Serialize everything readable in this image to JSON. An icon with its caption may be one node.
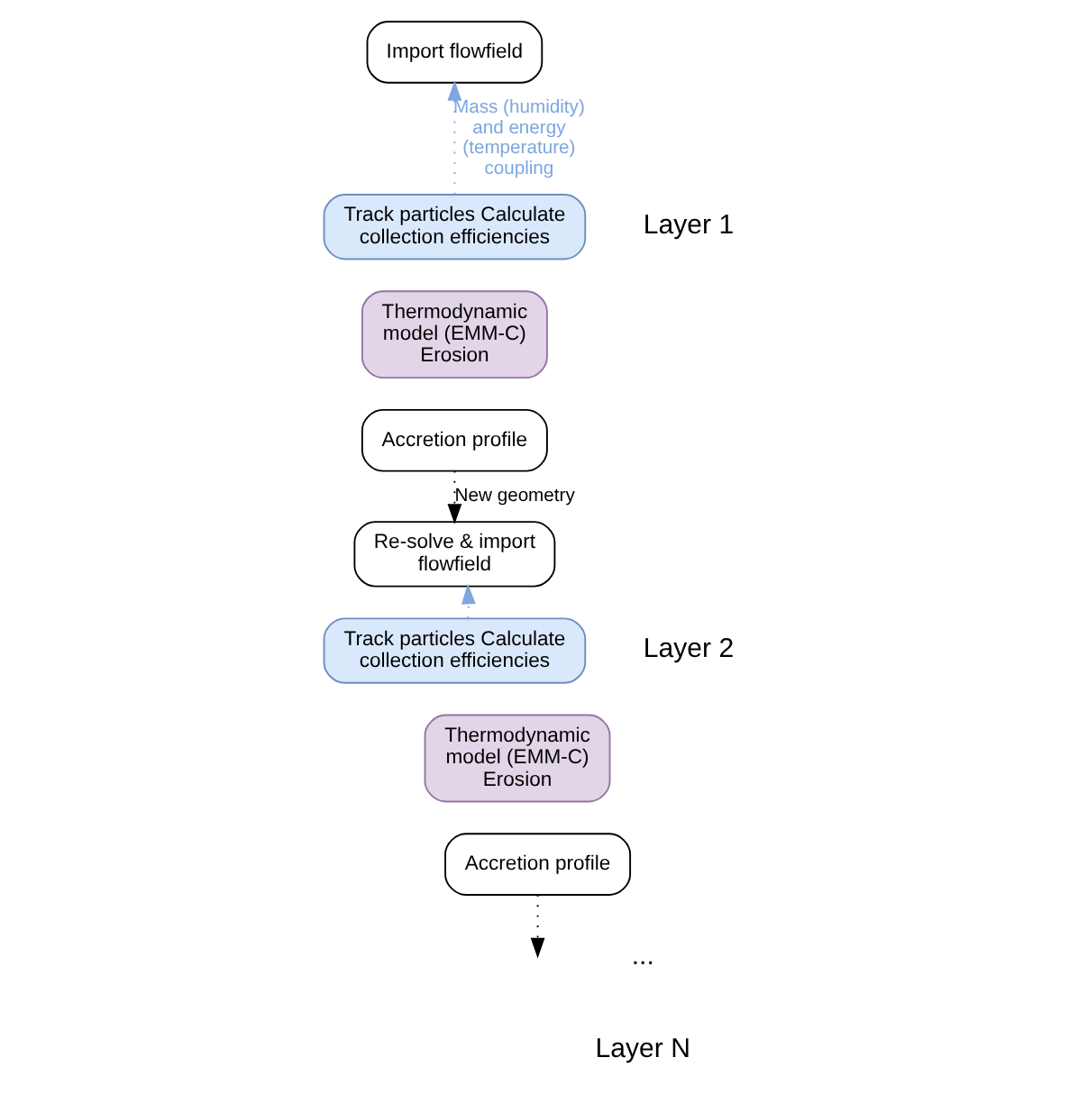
{
  "diagram": {
    "nodes": [
      {
        "text": [
          "Import flowfield"
        ]
      },
      {
        "text": [
          "Track particles Calculate collection efficiencies"
        ]
      },
      {
        "text": [
          "Thermodynamic model (EMM-C) Erosion"
        ]
      },
      {
        "text": [
          "Accretion profile"
        ]
      },
      {
        "text": [
          "Re-solve & import flowfield"
        ]
      },
      {
        "text": [
          "Track particles Calculate collection efficiencies"
        ]
      },
      {
        "text": [
          "Thermodynamic model (EMM-C) Erosion"
        ]
      },
      {
        "text": [
          "Accretion profile"
        ]
      }
    ],
    "edges": [
      {
        "from": 1,
        "to": 0,
        "arrow": "to",
        "label": "Mass (humidity) and energy (temperature) coupling",
        "style": "dashed",
        "color": "#7ea6e0"
      },
      {
        "from": 3,
        "to": 4,
        "arrow": "to",
        "label": "New geometry",
        "style": "dashed",
        "color": "#000000"
      },
      {
        "from": 5,
        "to": 4,
        "arrow": "to",
        "style": "dashed",
        "color": "#7ea6e0"
      },
      {
        "from": 7,
        "to": null,
        "arrow": "to",
        "style": "dashed",
        "color": "#000000"
      }
    ],
    "labels": [
      "Layer 1",
      "Layer 2",
      "...",
      "Layer N"
    ]
  }
}
